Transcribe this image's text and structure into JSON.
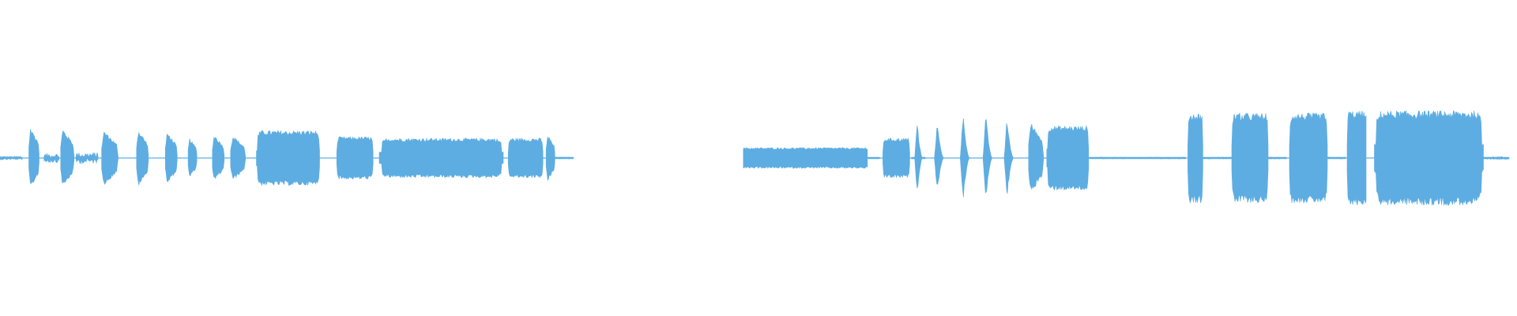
{
  "waveform": {
    "color": "#5DADE2",
    "background": "#FFFFFF",
    "segments": [
      {
        "start": 0.0,
        "end": 0.015,
        "amp": 0.04,
        "type": "noise"
      },
      {
        "start": 0.019,
        "end": 0.026,
        "amp": 0.65,
        "type": "pulse"
      },
      {
        "start": 0.029,
        "end": 0.039,
        "amp": 0.1,
        "type": "noise"
      },
      {
        "start": 0.04,
        "end": 0.049,
        "amp": 0.62,
        "type": "pulse"
      },
      {
        "start": 0.05,
        "end": 0.065,
        "amp": 0.12,
        "type": "noise"
      },
      {
        "start": 0.067,
        "end": 0.078,
        "amp": 0.58,
        "type": "pulse"
      },
      {
        "start": 0.09,
        "end": 0.098,
        "amp": 0.6,
        "type": "pulse"
      },
      {
        "start": 0.109,
        "end": 0.117,
        "amp": 0.55,
        "type": "pulse"
      },
      {
        "start": 0.124,
        "end": 0.13,
        "amp": 0.42,
        "type": "pulse"
      },
      {
        "start": 0.14,
        "end": 0.148,
        "amp": 0.5,
        "type": "pulse"
      },
      {
        "start": 0.152,
        "end": 0.162,
        "amp": 0.48,
        "type": "pulse"
      },
      {
        "start": 0.169,
        "end": 0.211,
        "amp": 0.58,
        "type": "block"
      },
      {
        "start": 0.222,
        "end": 0.246,
        "amp": 0.45,
        "type": "block"
      },
      {
        "start": 0.25,
        "end": 0.332,
        "amp": 0.42,
        "type": "block"
      },
      {
        "start": 0.335,
        "end": 0.358,
        "amp": 0.42,
        "type": "block"
      },
      {
        "start": 0.36,
        "end": 0.366,
        "amp": 0.5,
        "type": "pulse"
      },
      {
        "start": 0.366,
        "end": 0.378,
        "amp": 0.02,
        "type": "noise"
      },
      {
        "start": 0.49,
        "end": 0.572,
        "amp": 0.22,
        "type": "flat"
      },
      {
        "start": 0.572,
        "end": 0.58,
        "amp": 0.01,
        "type": "noise"
      },
      {
        "start": 0.582,
        "end": 0.6,
        "amp": 0.42,
        "type": "block"
      },
      {
        "start": 0.601,
        "end": 0.61,
        "amp": 0.02,
        "type": "noise"
      },
      {
        "start": 0.603,
        "end": 0.608,
        "amp": 0.8,
        "type": "spike"
      },
      {
        "start": 0.616,
        "end": 0.622,
        "amp": 0.75,
        "type": "spike"
      },
      {
        "start": 0.633,
        "end": 0.639,
        "amp": 0.95,
        "type": "spike"
      },
      {
        "start": 0.648,
        "end": 0.654,
        "amp": 0.92,
        "type": "spike"
      },
      {
        "start": 0.662,
        "end": 0.668,
        "amp": 0.85,
        "type": "spike"
      },
      {
        "start": 0.678,
        "end": 0.688,
        "amp": 0.75,
        "type": "pulse"
      },
      {
        "start": 0.69,
        "end": 0.718,
        "amp": 0.68,
        "type": "block"
      },
      {
        "start": 0.718,
        "end": 0.782,
        "amp": 0.02,
        "type": "noise"
      },
      {
        "start": 0.783,
        "end": 0.793,
        "amp": 0.95,
        "type": "block"
      },
      {
        "start": 0.793,
        "end": 0.812,
        "amp": 0.02,
        "type": "noise"
      },
      {
        "start": 0.812,
        "end": 0.836,
        "amp": 0.95,
        "type": "block"
      },
      {
        "start": 0.836,
        "end": 0.848,
        "amp": 0.02,
        "type": "noise"
      },
      {
        "start": 0.85,
        "end": 0.875,
        "amp": 0.95,
        "type": "block"
      },
      {
        "start": 0.875,
        "end": 0.887,
        "amp": 0.02,
        "type": "noise"
      },
      {
        "start": 0.888,
        "end": 0.901,
        "amp": 1.0,
        "type": "block"
      },
      {
        "start": 0.906,
        "end": 0.978,
        "amp": 1.0,
        "type": "block"
      },
      {
        "start": 0.978,
        "end": 0.995,
        "amp": 0.03,
        "type": "noise"
      }
    ]
  }
}
